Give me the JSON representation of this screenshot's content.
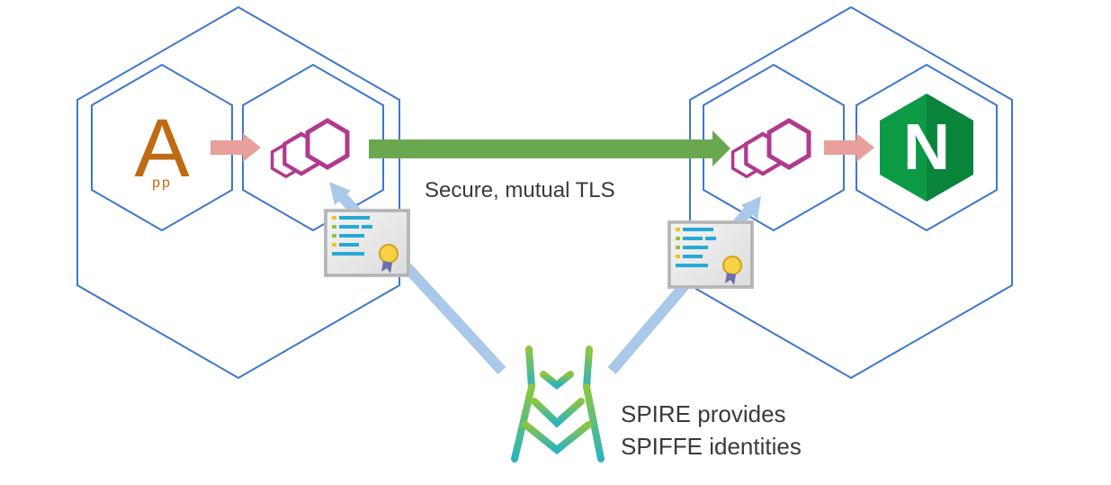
{
  "diagram": {
    "connection_label": "Secure, mutual TLS",
    "spire_caption": {
      "line1": "SPIRE provides",
      "line2": "SPIFFE identities"
    },
    "app_logo": {
      "letter": "A",
      "subscript": "pp",
      "icon": "app-logo-icon"
    },
    "nginx_logo": {
      "letter": "N",
      "icon": "nginx-logo-icon"
    },
    "proxy_icon": "envoy-proxy-icon",
    "certificate_icon": "certificate-icon",
    "spire_icon": "spire-tower-icon",
    "colors": {
      "hex_outline": "#3d78cc",
      "tls_arrow": "#6aa84f",
      "flow_arrow": "#e8a09a",
      "spire_arrow": "#a9c8ea",
      "proxy": "#b03a8e",
      "app": "#c06a12",
      "nginx": "#0d9a45",
      "text": "#3a3a3a"
    }
  }
}
